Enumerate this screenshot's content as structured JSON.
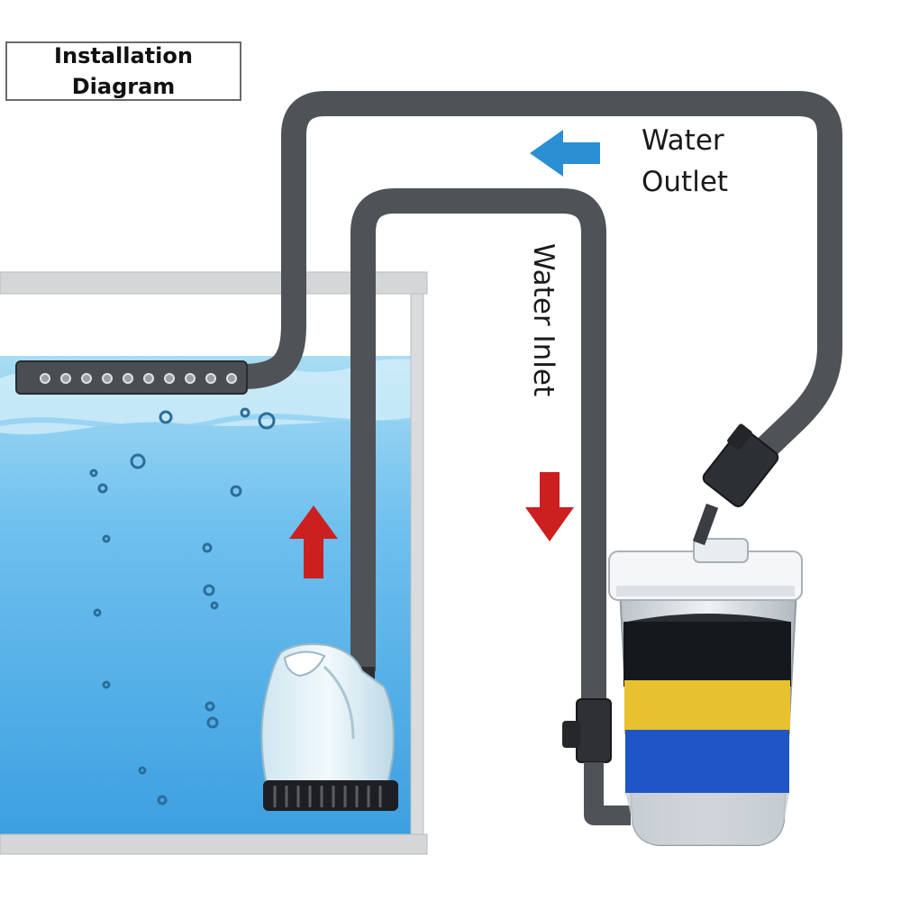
{
  "title": {
    "line1": "Installation",
    "line2": "Diagram"
  },
  "labels": {
    "outlet_line1": "Water",
    "outlet_line2": "Outlet",
    "inlet": "Water Inlet"
  },
  "colors": {
    "water_top": "#a8dcf3",
    "water_bottom": "#3b9fe0",
    "tube": "#515458",
    "flow_up_arrow": "#cc1f1f",
    "flow_down_arrow": "#cc1f1f",
    "outlet_arrow": "#2b8fd4",
    "media_black": "#15181c",
    "media_yellow": "#e7c12f",
    "media_blue": "#1f55c6",
    "pump_body": "#dfeff6"
  },
  "icons": [
    "spray-bar-icon",
    "submersible-pump-icon",
    "canister-filter-icon",
    "valve-icon",
    "arrow-up-icon",
    "arrow-down-icon",
    "arrow-left-icon"
  ]
}
